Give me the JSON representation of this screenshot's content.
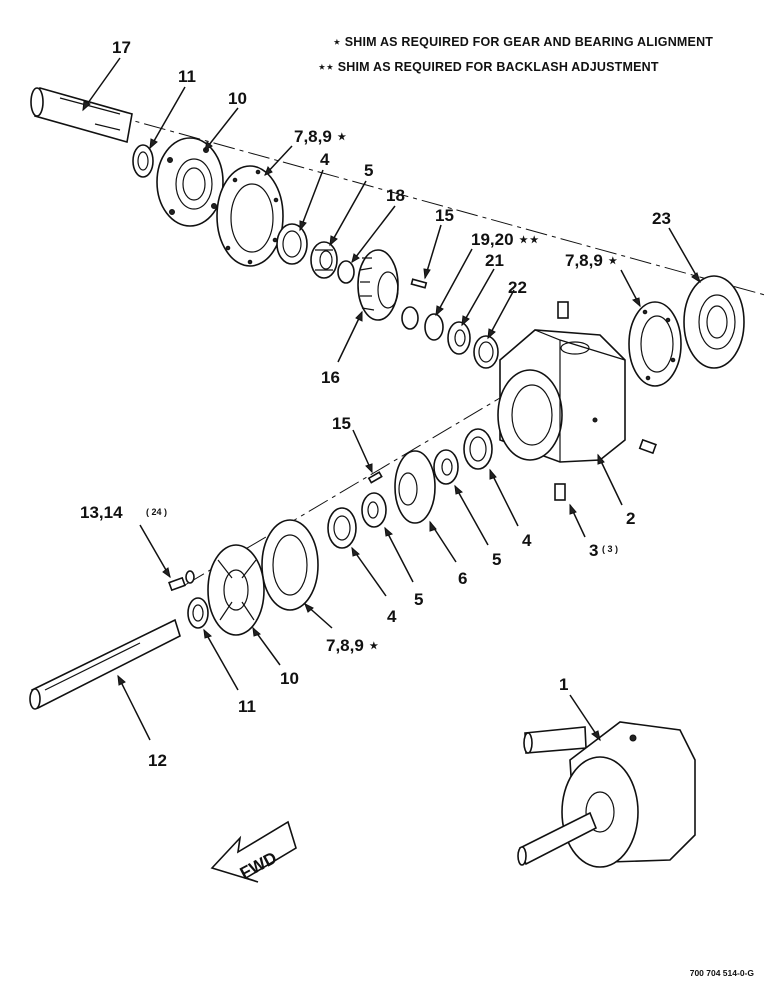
{
  "notes": {
    "single_star": "⋆ SHIM AS REQUIRED FOR GEAR AND BEARING ALIGNMENT",
    "double_star": "⋆⋆ SHIM AS REQUIRED FOR BACKLASH ADJUSTMENT"
  },
  "callouts": {
    "c17": "17",
    "c11_top": "11",
    "c10_top": "10",
    "c789_top": "7,8,9 ⋆",
    "c4_top": "4",
    "c5_top": "5",
    "c18": "18",
    "c15_top": "15",
    "c1920": "19,20 ⋆⋆",
    "c23": "23",
    "c789_right": "7,8,9 ⋆",
    "c21": "21",
    "c22": "22",
    "c16": "16",
    "c15_mid": "15",
    "c2": "2",
    "c3": "3",
    "c3_qty": "( 3 )",
    "c1314": "13,14",
    "c1314_qty": "( 24 )",
    "c4_mid": "4",
    "c5_mid": "5",
    "c6": "6",
    "c4_low": "4",
    "c5_low": "5",
    "c789_low": "7,8,9 ⋆",
    "c10_low": "10",
    "c11_low": "11",
    "c12": "12",
    "c1": "1"
  },
  "arrow_label": "FWD",
  "document_number": "700 704 514-0-G"
}
